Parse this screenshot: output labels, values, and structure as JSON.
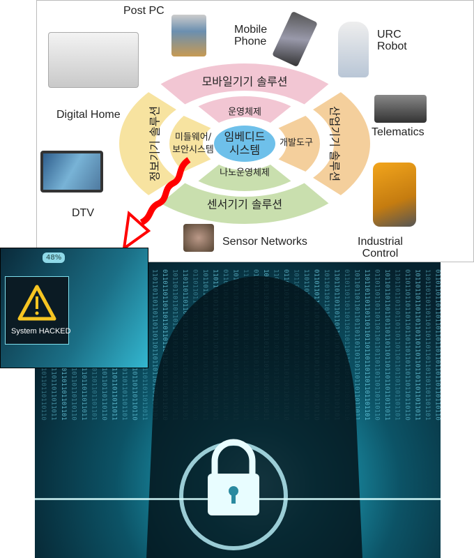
{
  "diagram": {
    "center": "임베디드\n시스템",
    "center_lines": [
      "임베디드",
      "시스템"
    ],
    "inner_ring": {
      "top": "운영체제",
      "right": "개발도구",
      "bottom": "나노운영체제",
      "left_lines": [
        "미들웨어/",
        "보안시스템"
      ]
    },
    "outer_ring": {
      "top": "모바일기기 솔루션",
      "right": "산업기기 솔루션",
      "bottom": "센서기기 솔루션",
      "left": "정보기기 솔루션"
    },
    "devices": {
      "post_pc": "Post PC",
      "mobile_phone": [
        "Mobile",
        "Phone"
      ],
      "urc_robot": [
        "URC",
        "Robot"
      ],
      "digital_home": "Digital Home",
      "telematics": "Telematics",
      "dtv": "DTV",
      "sensor_networks": "Sensor Networks",
      "industrial_control": [
        "Industrial",
        "Control"
      ]
    },
    "colors": {
      "pink": "#f2c6d3",
      "orange": "#f4cf9c",
      "green": "#c9dfae",
      "yellow": "#f7e3a0",
      "center": "#6ec0ea",
      "arrow": "#ff0000"
    }
  },
  "inset": {
    "warning": "System HACKED",
    "percent": "48%"
  }
}
